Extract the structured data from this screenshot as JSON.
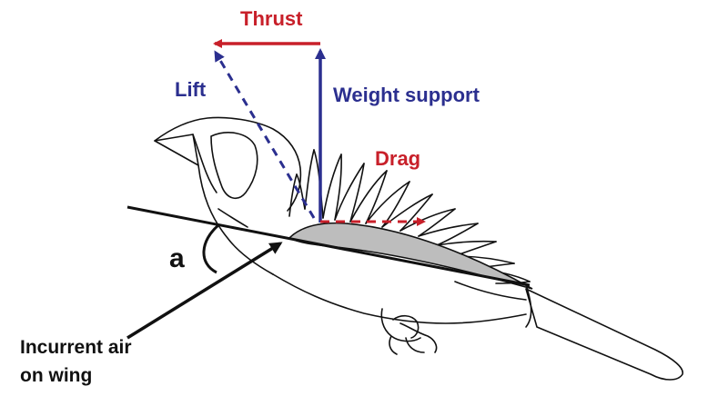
{
  "labels": {
    "thrust": "Thrust",
    "lift": "Lift",
    "weight_support": "Weight support",
    "drag": "Drag",
    "angle": "a",
    "incurrent_line1": "Incurrent air",
    "incurrent_line2": "on wing"
  },
  "colors": {
    "thrust": "#c8202a",
    "drag": "#c8202a",
    "lift": "#2b2f8f",
    "weight_support": "#2b2f8f",
    "outline": "#111111",
    "wing_fill": "#bdbdbd"
  }
}
